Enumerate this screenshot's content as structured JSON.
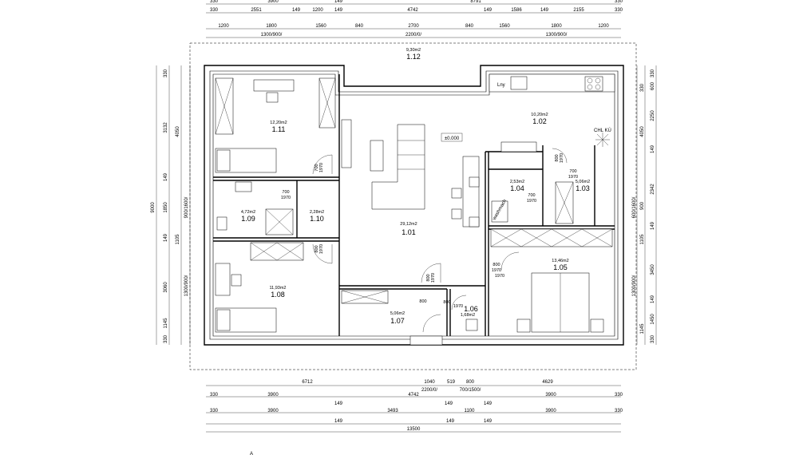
{
  "dims": {
    "top_total": "8791",
    "top_r1": [
      "330",
      "3900",
      "149",
      "330"
    ],
    "top_r2": [
      "330",
      "2551",
      "149",
      "1200",
      "149",
      "4742",
      "149",
      "1586",
      "149",
      "2155",
      "330"
    ],
    "top_r3": [
      "1200",
      "1800",
      "1560",
      "840",
      "2700",
      "840",
      "1560",
      "1800",
      "1200"
    ],
    "top_r3b": [
      "1300/900/",
      "2200/0/",
      "1300/900/"
    ],
    "bottom_r0": [
      "6712",
      "1040",
      "519",
      "800",
      "4629"
    ],
    "bottom_r0b": [
      "2200/0/",
      "700/1500/"
    ],
    "bottom_r1": [
      "330",
      "3900",
      "4742",
      "3900",
      "330"
    ],
    "bottom_r2": [
      "330",
      "3900",
      "149",
      "3493",
      "149",
      "1100",
      "149",
      "3900",
      "330"
    ],
    "bottom_r3": [
      "149",
      "149",
      "149"
    ],
    "bottom_total": "13500",
    "left_outer": "9000",
    "left_r1": [
      "330",
      "3132",
      "149",
      "1850",
      "149",
      "3060",
      "1145",
      "330"
    ],
    "left_r2": [
      "4050",
      "1105"
    ],
    "left_win": [
      "900/1600/",
      "1300/900/"
    ],
    "right_r1": [
      "330",
      "600",
      "2250",
      "149",
      "2342",
      "149",
      "3450",
      "149",
      "1450",
      "330"
    ],
    "right_r2": [
      "330",
      "4050",
      "900",
      "1105",
      "1145"
    ],
    "right_win": [
      "600/1600/",
      "1300/900/"
    ]
  },
  "rooms": [
    {
      "num": "1.12",
      "area": "9,30m2"
    },
    {
      "num": "1.11",
      "area": "12,20m2"
    },
    {
      "num": "1.02",
      "area": "10,20m2"
    },
    {
      "num": "1.04",
      "area": "2,53m2"
    },
    {
      "num": "1.03",
      "area": "5,06m2"
    },
    {
      "num": "1.09",
      "area": "4,72m2"
    },
    {
      "num": "1.10",
      "area": "2,28m2"
    },
    {
      "num": "1.01",
      "area": "29,12m2"
    },
    {
      "num": "1.08",
      "area": "11,93m2"
    },
    {
      "num": "1.05",
      "area": "13,46m2"
    },
    {
      "num": "1.06",
      "area": "1,68m2"
    },
    {
      "num": "1.07",
      "area": "5,06m2"
    }
  ],
  "doors": [
    {
      "w": "700",
      "h": "1970"
    },
    {
      "w": "700",
      "h": "1970"
    },
    {
      "w": "800",
      "h": "1970"
    },
    {
      "w": "800",
      "h": "1970"
    },
    {
      "w": "700",
      "h": "1970"
    },
    {
      "w": "800",
      "h": "1970"
    },
    {
      "w": "800",
      "h": "1970"
    },
    {
      "w": "800",
      "h": "1970"
    },
    {
      "w": "800",
      "h": "1970"
    },
    {
      "w": "700",
      "h": "1970"
    }
  ],
  "labels": {
    "level": "±0.000",
    "fridge": "Lny",
    "boiler": "CHL KÚ",
    "wash": "washmach",
    "north": "A"
  }
}
